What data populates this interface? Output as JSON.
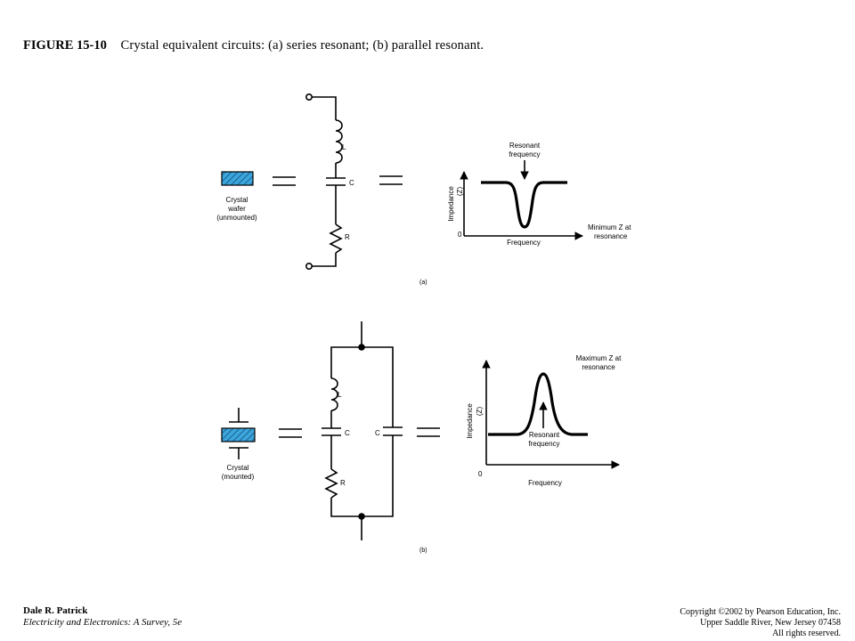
{
  "caption": {
    "figure": "FIGURE 15-10",
    "text": "Crystal equivalent circuits: (a) series resonant; (b) parallel resonant."
  },
  "panel_a": {
    "crystal_label": [
      "Crystal",
      "wafer",
      "(unmounted)"
    ],
    "L": "L",
    "C": "C",
    "R": "R",
    "graph_arrow_label": [
      "Resonant",
      "frequency"
    ],
    "y_label": "Impedance",
    "y_symbol": "(Z)",
    "zero": "0",
    "x_label": "Frequency",
    "min_label": [
      "Minimum Z at",
      "resonance"
    ],
    "tag": "(a)"
  },
  "panel_b": {
    "crystal_label": [
      "Crystal",
      "(mounted)"
    ],
    "L": "L",
    "C1": "C",
    "C2": "C",
    "R": "R",
    "max_label": [
      "Maximum Z at",
      "resonance"
    ],
    "y_label": "Impedance",
    "y_symbol": "(Z)",
    "graph_arrow_label": [
      "Resonant",
      "frequency"
    ],
    "zero": "0",
    "x_label": "Frequency",
    "tag": "(b)"
  },
  "colors": {
    "crystal_fill": "#3aa6dd",
    "line": "#000000"
  },
  "footer": {
    "author": "Dale R. Patrick",
    "book": "Electricity and Electronics:  A Survey, 5e",
    "copyright": "Copyright ©2002 by Pearson Education, Inc.",
    "address": "Upper Saddle River, New Jersey 07458",
    "rights": "All rights reserved."
  }
}
